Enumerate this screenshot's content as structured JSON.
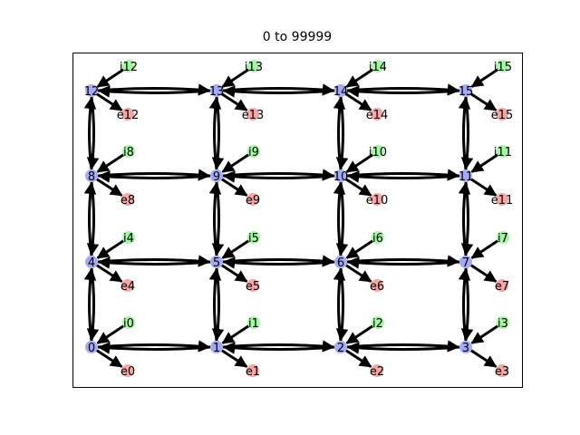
{
  "title": "0 to 99999",
  "colors": {
    "internal_node": "#a5a9f6",
    "input_node": "#a6f7a5",
    "exit_node": "#f7a6a6",
    "edge": "#000000",
    "frame": "#000000"
  },
  "grid": {
    "rows": 4,
    "cols": 4,
    "row_order": "bottom-to-top"
  },
  "nodes": {
    "internal": [
      "0",
      "1",
      "2",
      "3",
      "4",
      "5",
      "6",
      "7",
      "8",
      "9",
      "10",
      "11",
      "12",
      "13",
      "14",
      "15"
    ],
    "inputs": [
      "i0",
      "i1",
      "i2",
      "i3",
      "i4",
      "i5",
      "i6",
      "i7",
      "i8",
      "i9",
      "i10",
      "i11",
      "i12",
      "i13",
      "i14",
      "i15"
    ],
    "exits": [
      "e0",
      "e1",
      "e2",
      "e3",
      "e4",
      "e5",
      "e6",
      "e7",
      "e8",
      "e9",
      "e10",
      "e11",
      "e12",
      "e13",
      "e14",
      "e15"
    ]
  }
}
